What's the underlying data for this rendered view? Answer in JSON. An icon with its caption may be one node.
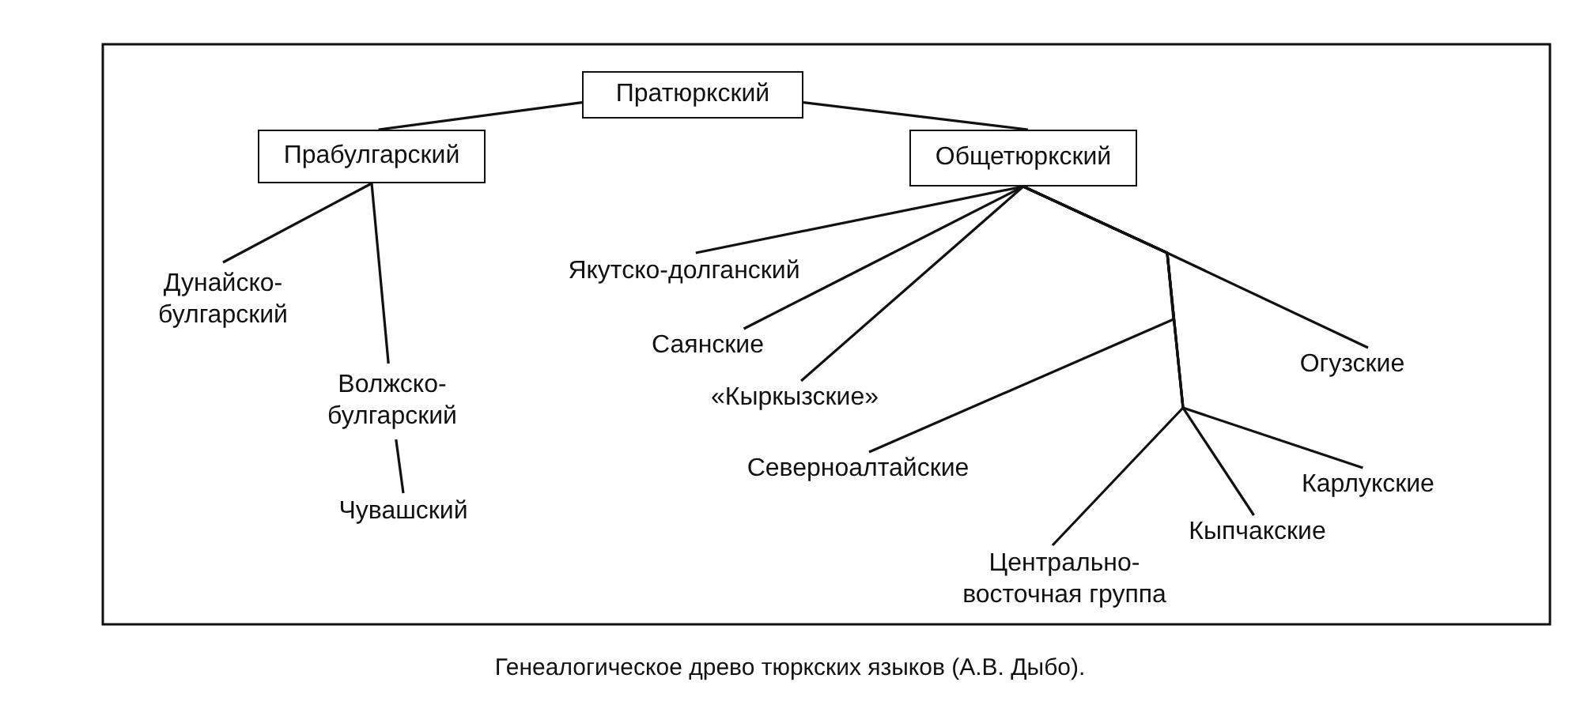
{
  "diagram": {
    "caption": "Генеалогическое древо тюркских языков (А.В. Дыбо).",
    "nodes": [
      {
        "text": [
          "Пратюркский"
        ]
      },
      {
        "text": [
          "Прабулгарский"
        ]
      },
      {
        "text": [
          "Общетюркский"
        ]
      },
      {
        "text": [
          "Дунайско- булгарский"
        ]
      },
      {
        "text": [
          "Волжско- булгарский"
        ]
      },
      {
        "text": [
          "Чувашский"
        ]
      },
      {
        "text": [
          "Якутско-долганский"
        ]
      },
      {
        "text": [
          "Саянские"
        ]
      },
      {
        "text": [
          "«Кыркызские»"
        ]
      },
      {
        "text": [
          "Огузские"
        ]
      },
      {
        "text": [
          "Северноалтайские"
        ]
      },
      {
        "text": [
          "Карлукские"
        ]
      },
      {
        "text": [
          "Кыпчакские"
        ]
      },
      {
        "text": [
          "Центрально- восточная группа"
        ]
      }
    ],
    "edges": [
      {
        "from": 0,
        "to": 1,
        "arrow": "none"
      },
      {
        "from": 0,
        "to": 2,
        "arrow": "none"
      },
      {
        "from": 1,
        "to": 3,
        "arrow": "none"
      },
      {
        "from": 1,
        "to": 4,
        "arrow": "none"
      },
      {
        "from": 4,
        "to": 5,
        "arrow": "none"
      },
      {
        "from": 2,
        "to": 6,
        "arrow": "none"
      },
      {
        "from": 2,
        "to": 7,
        "arrow": "none"
      },
      {
        "from": 2,
        "to": 8,
        "arrow": "none"
      },
      {
        "from": 2,
        "to": 9,
        "arrow": "none"
      },
      {
        "from": 2,
        "to": 10,
        "arrow": "none"
      },
      {
        "from": 2,
        "to": 13,
        "arrow": "none"
      },
      {
        "from": 2,
        "to": 12,
        "arrow": "none"
      },
      {
        "from": 2,
        "to": 11,
        "arrow": "none"
      }
    ]
  }
}
